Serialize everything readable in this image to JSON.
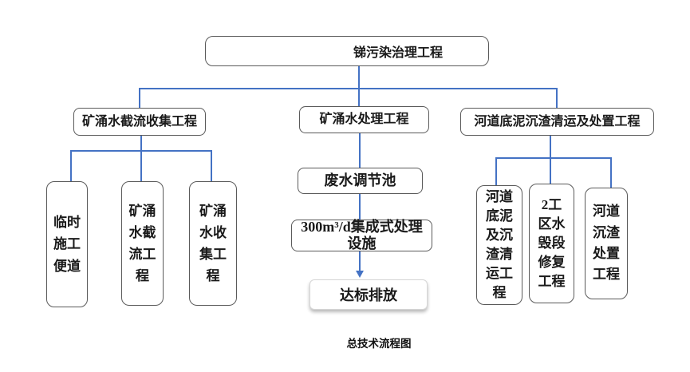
{
  "diagram": {
    "root": "锑污染治理工程",
    "caption": "总技术流程图",
    "left_branch": {
      "header": "矿涌水截流收集工程",
      "children": [
        "临时施工便道",
        "矿涌水截流工程",
        "矿涌水收集工程"
      ]
    },
    "middle_branch": {
      "header": "矿涌水处理工程",
      "steps": [
        "废水调节池",
        "300m³/d集成式处理设施",
        "达标排放"
      ],
      "step2_lines": [
        "300m³/d集成式处理",
        "设施"
      ]
    },
    "right_branch": {
      "header": "河道底泥沉渣清运及处置工程",
      "children": [
        "河道底泥及沉渣清运工程",
        "2工区水毁段修复工程",
        "河道沉渣处置工程"
      ]
    },
    "colors": {
      "connector": "#4472c4",
      "box_border": "#5a5a5a",
      "text": "#1a1a1a"
    }
  }
}
